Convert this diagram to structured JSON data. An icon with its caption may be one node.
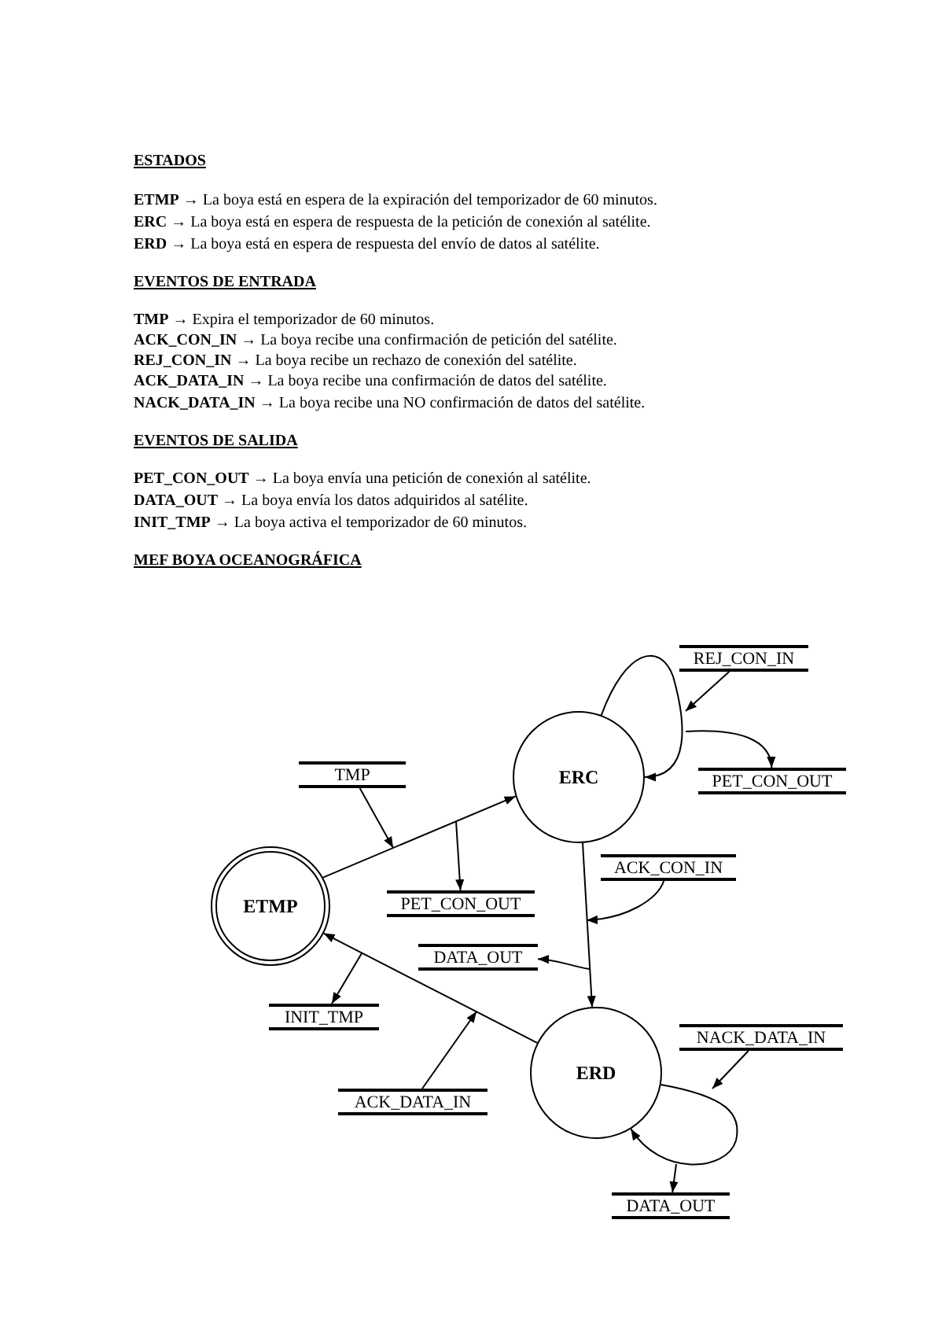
{
  "diagram": {
    "nodes": [
      {
        "text": [
          "ETMP"
        ]
      },
      {
        "text": [
          "ERC"
        ]
      },
      {
        "text": [
          "ERD"
        ]
      },
      {
        "text": [
          "TMP"
        ]
      },
      {
        "text": [
          "PET_CON_OUT"
        ]
      },
      {
        "text": [
          "REJ_CON_IN"
        ]
      },
      {
        "text": [
          "PET_CON_OUT"
        ]
      },
      {
        "text": [
          "ACK_CON_IN"
        ]
      },
      {
        "text": [
          "DATA_OUT"
        ]
      },
      {
        "text": [
          "INIT_TMP"
        ]
      },
      {
        "text": [
          "ACK_DATA_IN"
        ]
      },
      {
        "text": [
          "NACK_DATA_IN"
        ]
      },
      {
        "text": [
          "DATA_OUT"
        ]
      }
    ],
    "edges": [
      {
        "from": 0,
        "to": 1,
        "arrow": "to"
      },
      {
        "from": 1,
        "to": 1,
        "arrow": "to"
      },
      {
        "from": 1,
        "to": 2,
        "arrow": "to"
      },
      {
        "from": 2,
        "to": 2,
        "arrow": "to"
      },
      {
        "from": 2,
        "to": 0,
        "arrow": "to"
      },
      {
        "from": 3,
        "to": null,
        "arrow": "to"
      },
      {
        "from": null,
        "to": 4,
        "arrow": "to"
      },
      {
        "from": 5,
        "to": null,
        "arrow": "to"
      },
      {
        "from": null,
        "to": 6,
        "arrow": "to"
      },
      {
        "from": 7,
        "to": null,
        "arrow": "to"
      },
      {
        "from": null,
        "to": 8,
        "arrow": "to"
      },
      {
        "from": null,
        "to": 9,
        "arrow": "to"
      },
      {
        "from": 10,
        "to": null,
        "arrow": "to"
      },
      {
        "from": 11,
        "to": null,
        "arrow": "to"
      },
      {
        "from": null,
        "to": 12,
        "arrow": "to"
      }
    ],
    "labels": [
      "ESTADOS",
      "**ETMP** → La boya está en espera de la expiración del temporizador de 60 minutos.",
      "**ERC** → La boya está en espera de respuesta de la petición de conexión al satélite.",
      "**ERD** → La boya está en espera de respuesta del envío de datos al satélite.",
      "EVENTOS DE ENTRADA",
      "**TMP** → Expira el temporizador de 60 minutos.",
      "**ACK_CON_IN** → La boya recibe una confirmación de petición del satélite.",
      "**REJ_CON_IN** → La boya recibe un rechazo de conexión del satélite.",
      "**ACK_DATA_IN** → La boya recibe una confirmación de datos del satélite.",
      "**NACK_DATA_IN** → La boya recibe una NO confirmación de datos del satélite.",
      "EVENTOS DE SALIDA",
      "**PET_CON_OUT** → La boya envía una petición de conexión al satélite.",
      "**DATA_OUT** → La boya envía los datos adquiridos al satélite.",
      "**INIT_TMP** → La boya activa el temporizador de 60 minutos.",
      "MEF BOYA OCEANOGRÁFICA"
    ]
  }
}
